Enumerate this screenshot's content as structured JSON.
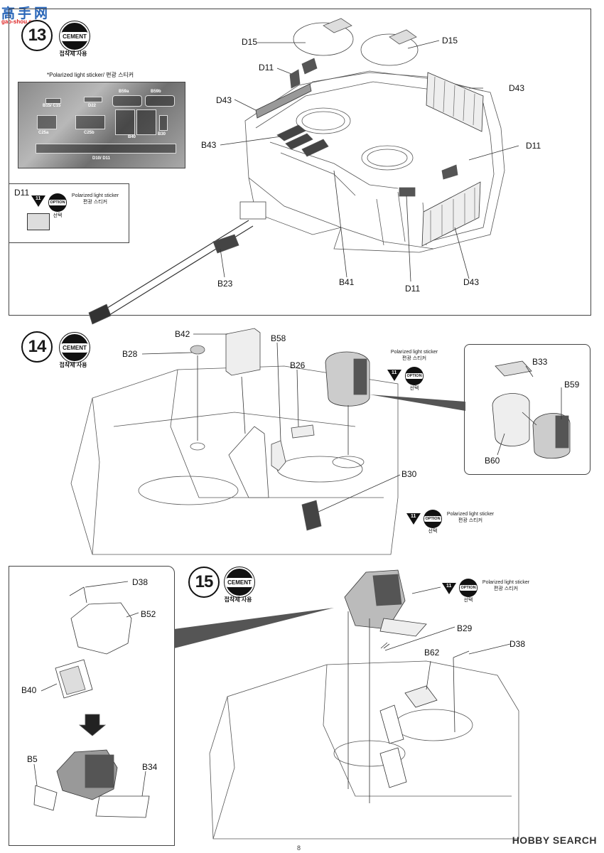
{
  "site_logo": {
    "cn": "高手网",
    "url": "gao-shou.com"
  },
  "watermark": "HOBBY SEARCH",
  "page_number": "8",
  "cement": {
    "badge": "CEMENT",
    "caption": "접착제 사용"
  },
  "option": {
    "badge": "OPTION",
    "caption": "선택",
    "ref": "11"
  },
  "polarized": {
    "en": "Polarized light sticker",
    "kr": "편광 스티커"
  },
  "sheet_title": "*Polarized light sticker/ 편광 스티커",
  "sheet_labels": {
    "b15": "B15/ C15",
    "d22": "D22",
    "b59a": "B59a",
    "b59b": "B59b",
    "c25a": "C25a",
    "c25b": "C25b",
    "b40": "B40",
    "b30": "B30",
    "d10": "D10/ D11"
  },
  "step13": {
    "number": "13",
    "labels": {
      "d15a": "D15",
      "d15b": "D15",
      "d11a": "D11",
      "d43a": "D43",
      "d43b": "D43",
      "d11b": "D11",
      "b43": "B43",
      "b23": "B23",
      "b41": "B41",
      "d11c": "D11",
      "d43c": "D43"
    },
    "inset_label": "D11"
  },
  "step14": {
    "number": "14",
    "labels": {
      "b42": "B42",
      "b58": "B58",
      "b28": "B28",
      "b26": "B26",
      "b30": "B30"
    },
    "inset_labels": {
      "b33": "B33",
      "b59": "B59",
      "b60": "B60"
    }
  },
  "step15": {
    "number": "15",
    "labels": {
      "b29": "B29",
      "b62": "B62",
      "d38": "D38"
    },
    "inset_labels": {
      "d38": "D38",
      "b52": "B52",
      "b40": "B40",
      "b5": "B5",
      "b34": "B34"
    }
  }
}
